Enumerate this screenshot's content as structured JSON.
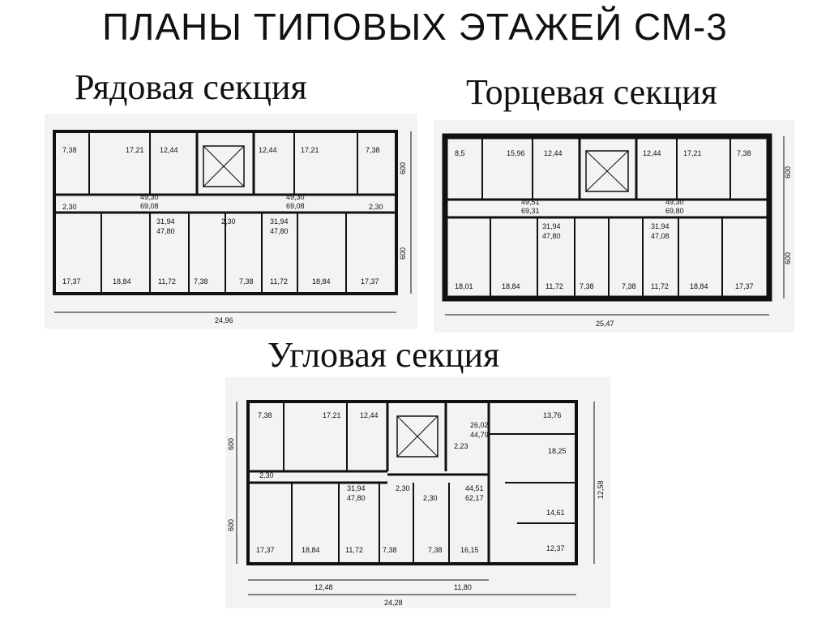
{
  "title": "ПЛАНЫ ТИПОВЫХ ЭТАЖЕЙ СМ-3",
  "sections": {
    "row": {
      "label": "Рядовая секция",
      "rooms_top": [
        "7,38",
        "17,21",
        "12,44",
        "12,44",
        "17,21",
        "7,38"
      ],
      "rooms_bottom": [
        "17,37",
        "18,84",
        "11,72",
        "7,38",
        "7,38",
        "11,72",
        "18,84",
        "17,37"
      ],
      "areas": [
        "2,30",
        "49,30",
        "69,08",
        "2,30",
        "49,30",
        "69,08",
        "2,30",
        "31,94",
        "47,80",
        "31,94",
        "47,80"
      ],
      "dims": [
        "600",
        "600",
        "24,96"
      ]
    },
    "end": {
      "label": "Торцевая секция",
      "rooms_top": [
        "8,5",
        "15,96",
        "12,44",
        "12,44",
        "17,21",
        "7,38"
      ],
      "rooms_bottom": [
        "18,01",
        "18,84",
        "11,72",
        "7,38",
        "7,38",
        "11,72",
        "18,84",
        "17,37"
      ],
      "areas": [
        "49,51",
        "69,31",
        "49,30",
        "69,80",
        "31,94",
        "47,80",
        "31,94",
        "47,08"
      ],
      "dims": [
        "600",
        "600",
        "25,47"
      ]
    },
    "corner": {
      "label": "Угловая секция",
      "rooms_top": [
        "7,38",
        "17,21",
        "12,44",
        "13,76"
      ],
      "rooms_right": [
        "26,02",
        "44,79",
        "2,23",
        "18,25",
        "14,61",
        "12,37"
      ],
      "rooms_bottom": [
        "17,37",
        "18,84",
        "11,72",
        "7,38",
        "7,38",
        "16,15"
      ],
      "areas": [
        "2,30",
        "31,94",
        "47,80",
        "2,30",
        "2,30",
        "44,51",
        "62,17"
      ],
      "dims": [
        "600",
        "600",
        "12,58",
        "12,48",
        "11,80",
        "24,28"
      ]
    }
  }
}
